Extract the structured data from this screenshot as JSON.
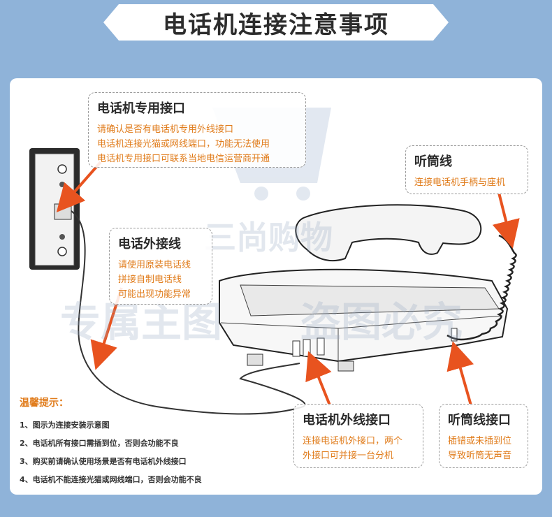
{
  "header": {
    "title": "电话机连接注意事项"
  },
  "callouts": {
    "dedicated_port": {
      "title": "电话机专用接口",
      "lines": [
        "请确认是否有电话机专用外线接口",
        "电话机连接光猫或网线端口，功能无法使用",
        "电话机专用接口可联系当地电信运营商开通"
      ]
    },
    "external_line": {
      "title": "电话外接线",
      "lines": [
        "请使用原装电话线",
        "拼接自制电话线",
        "可能出现功能异常"
      ]
    },
    "handset_cord": {
      "title": "听筒线",
      "lines": [
        "连接电话机手柄与座机"
      ]
    },
    "phone_external_port": {
      "title": "电话机外线接口",
      "lines": [
        "连接电话机外接口，两个",
        "外接口可并接一台分机"
      ]
    },
    "handset_port": {
      "title": "听筒线接口",
      "lines": [
        "插错或未插到位",
        "导致听筒无声音"
      ]
    }
  },
  "tips": {
    "title": "温馨提示：",
    "items": [
      "1、图示为连接安装示意图",
      "2、电话机所有接口需插到位，否则会功能不良",
      "3、购买前请确认使用场景是否有电话机外线接口",
      "4、电话机不能连接光猫或网线端口，否则会功能不良"
    ]
  },
  "watermark": {
    "brand": "三尚购物",
    "line1": "专属主图",
    "line2": "盗图必究"
  },
  "colors": {
    "accent": "#e07b1a",
    "background": "#8fb3d9",
    "arrow": "#e8531f"
  }
}
